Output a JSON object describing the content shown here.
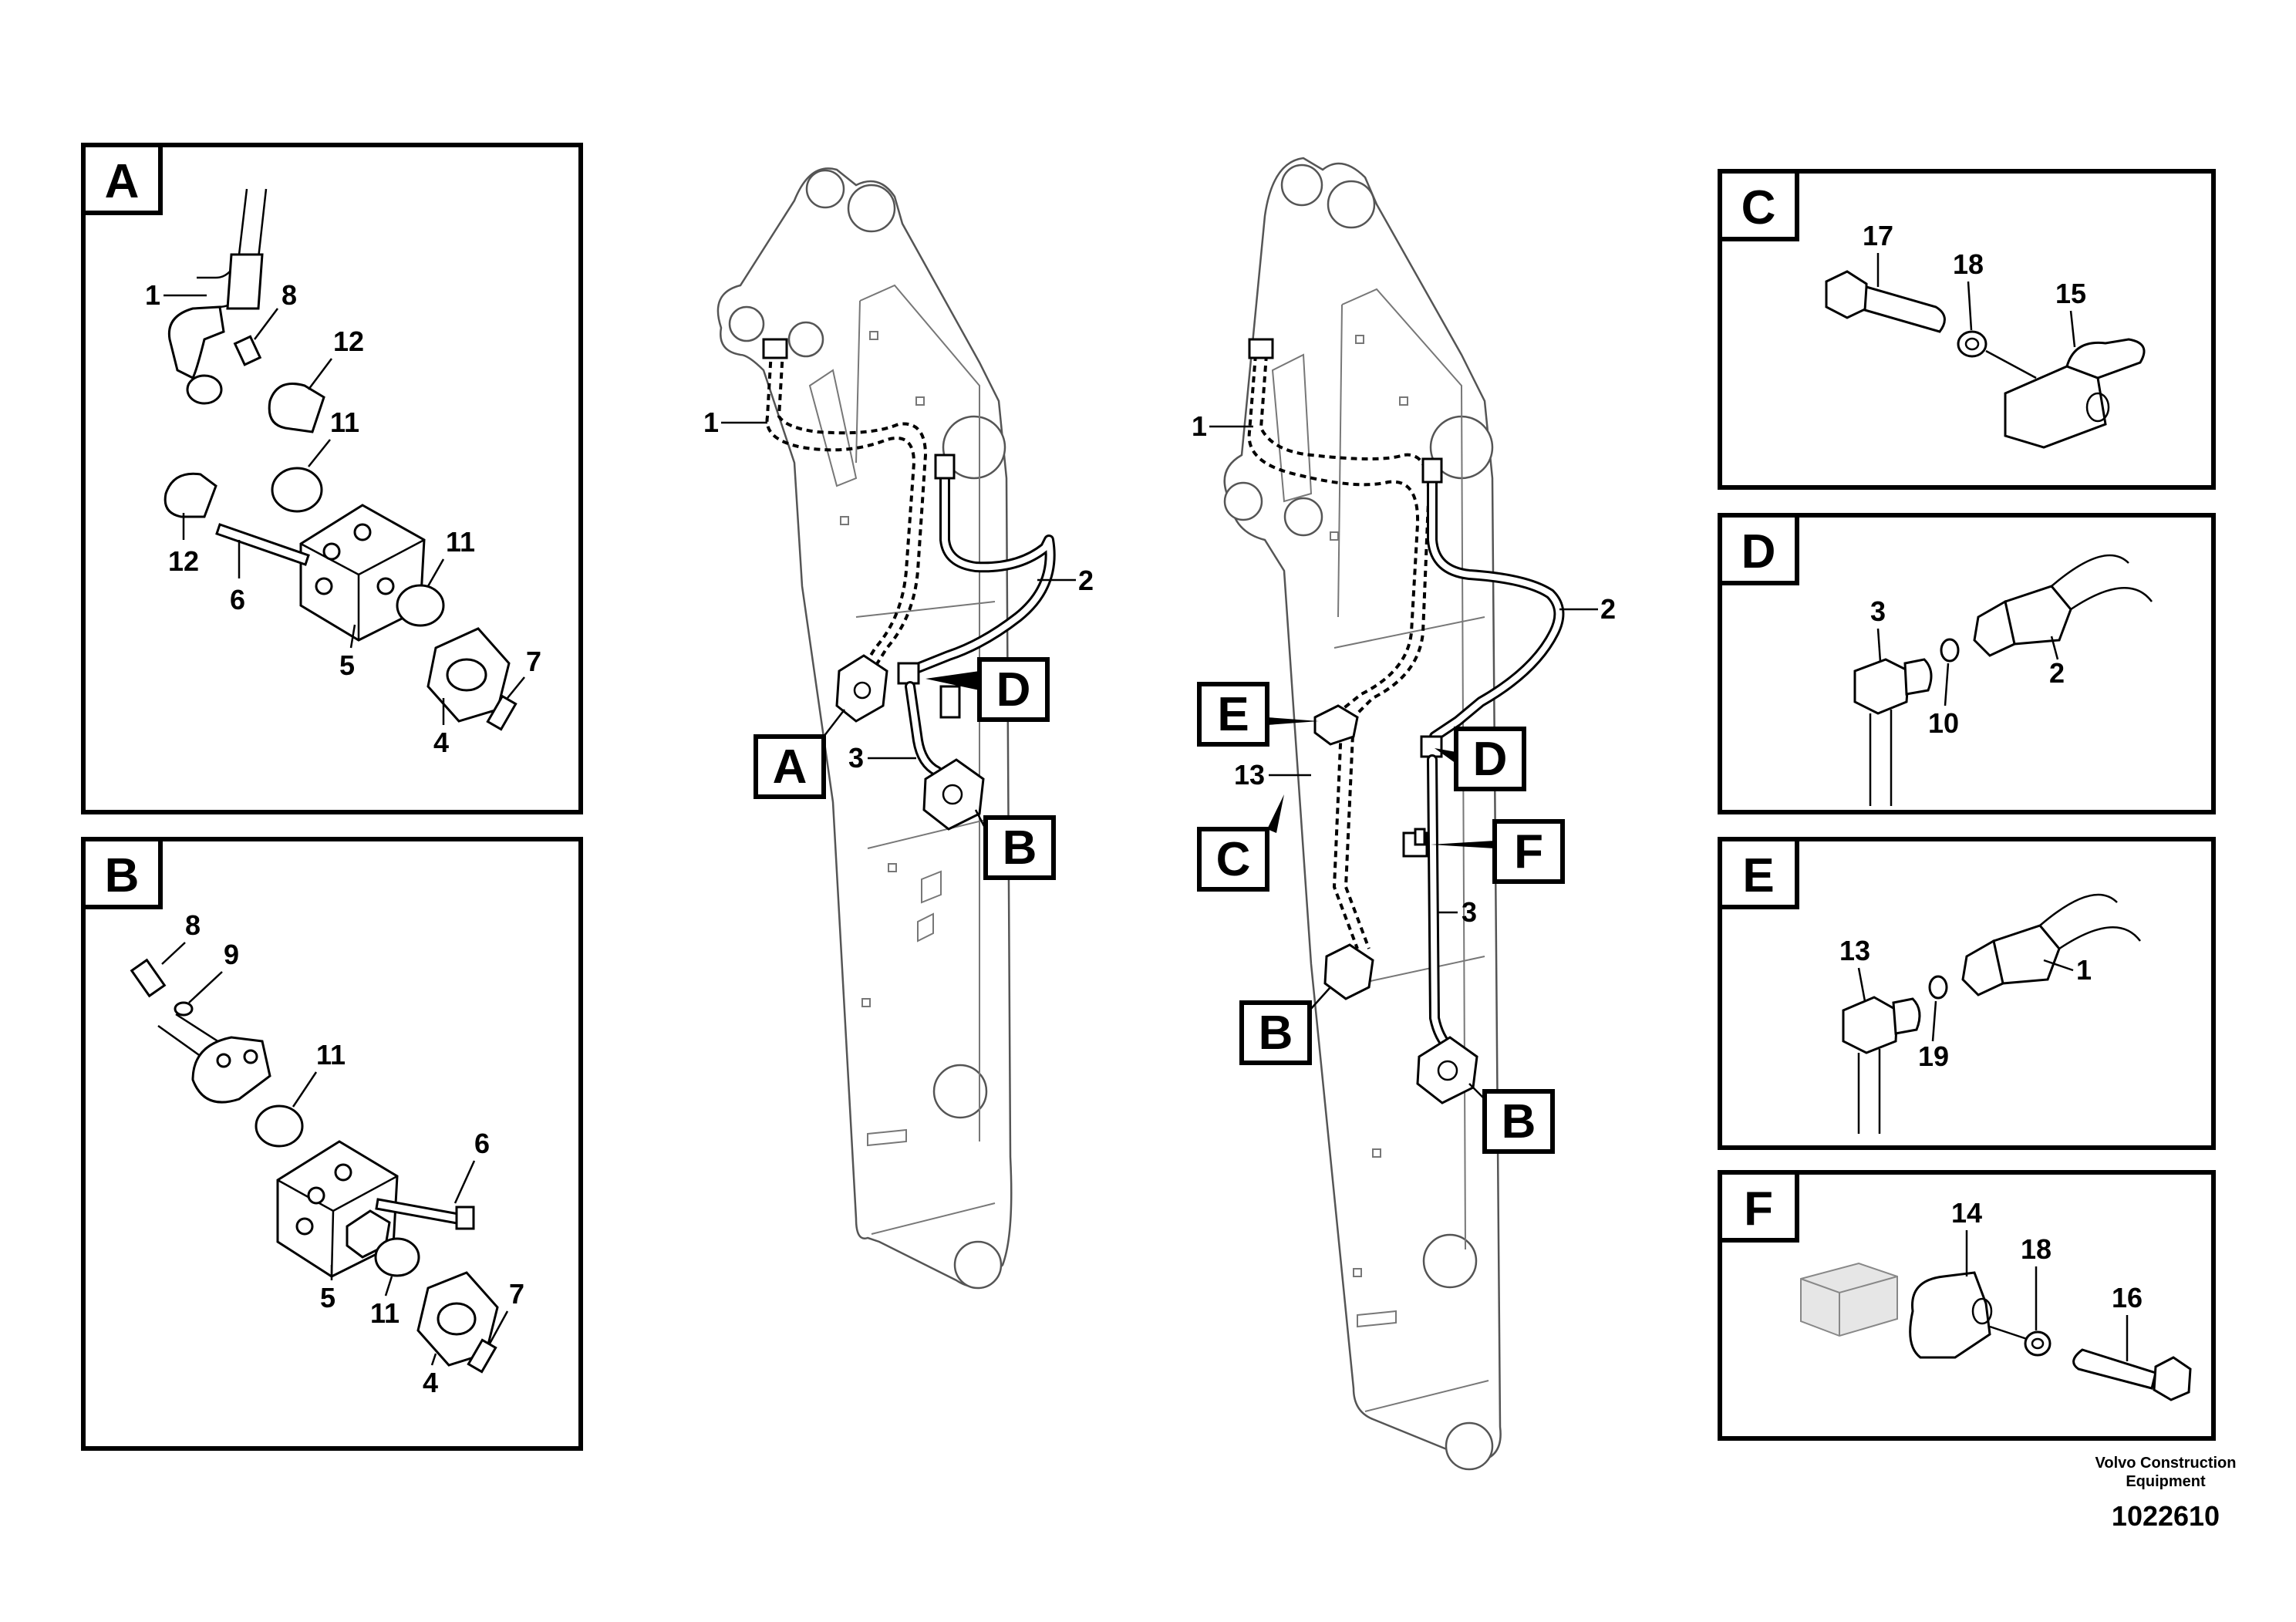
{
  "detail_frames": [
    {
      "letter": "A"
    },
    {
      "letter": "B"
    },
    {
      "letter": "C"
    },
    {
      "letter": "D"
    },
    {
      "letter": "E"
    },
    {
      "letter": "F"
    }
  ],
  "detail_A": {
    "labels": [
      "1",
      "8",
      "12",
      "11",
      "12",
      "6",
      "11",
      "5",
      "7",
      "4"
    ]
  },
  "detail_B": {
    "labels": [
      "8",
      "9",
      "11",
      "6",
      "5",
      "11",
      "7",
      "4"
    ]
  },
  "detail_C": {
    "labels": [
      "17",
      "18",
      "15"
    ]
  },
  "detail_D": {
    "labels": [
      "3",
      "2",
      "10"
    ]
  },
  "detail_E": {
    "labels": [
      "13",
      "1",
      "19"
    ]
  },
  "detail_F": {
    "labels": [
      "14",
      "18",
      "16"
    ]
  },
  "boom_left": {
    "part_labels": [
      "1",
      "2",
      "3"
    ],
    "callouts": [
      "A",
      "D",
      "B"
    ]
  },
  "boom_right": {
    "part_labels": [
      "1",
      "2",
      "13",
      "3"
    ],
    "callouts": [
      "E",
      "D",
      "C",
      "F",
      "B",
      "B"
    ]
  },
  "footer": {
    "credit_line1": "Volvo Construction",
    "credit_line2": "Equipment",
    "drawing_number": "1022610"
  }
}
